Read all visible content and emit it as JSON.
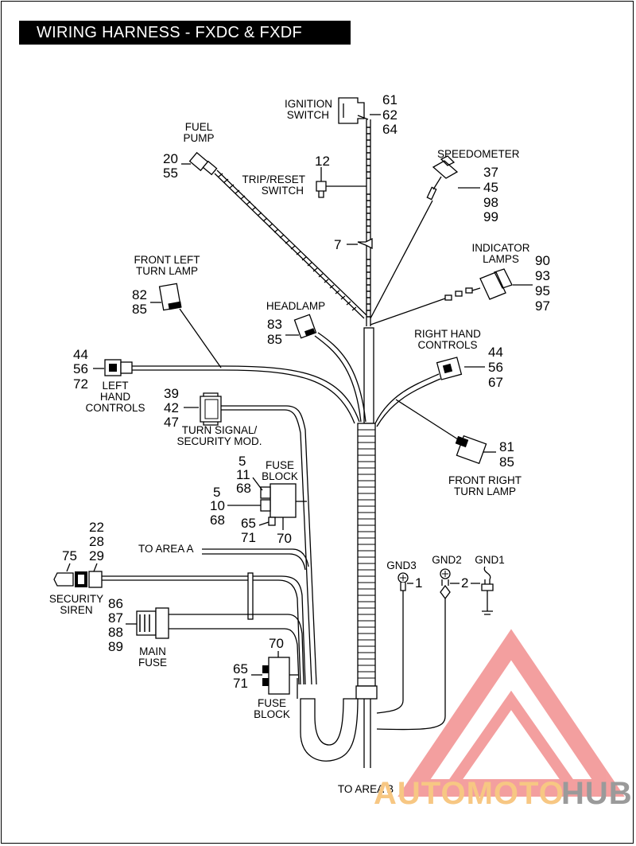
{
  "title": "WIRING HARNESS - FXDC & FXDF",
  "components": {
    "ignition_switch": {
      "label_lines": [
        "IGNITION",
        "SWITCH"
      ],
      "refs": [
        "61",
        "62",
        "64"
      ]
    },
    "fuel_pump": {
      "label_lines": [
        "FUEL",
        "PUMP"
      ],
      "refs": [
        "20",
        "55"
      ]
    },
    "trip_reset_switch": {
      "label_lines": [
        "TRIP/RESET",
        "SWITCH"
      ],
      "refs": [
        "12"
      ]
    },
    "speedometer": {
      "label_lines": [
        "SPEEDOMETER"
      ],
      "refs": [
        "37",
        "45",
        "98",
        "99"
      ]
    },
    "indicator_lamps": {
      "label_lines": [
        "INDICATOR",
        "LAMPS"
      ],
      "refs": [
        "90",
        "93",
        "95",
        "97"
      ]
    },
    "front_left_turn_lamp": {
      "label_lines": [
        "FRONT LEFT",
        "TURN LAMP"
      ],
      "refs": [
        "82",
        "85"
      ]
    },
    "headlamp": {
      "label_lines": [
        "HEADLAMP"
      ],
      "refs": [
        "83",
        "85"
      ]
    },
    "right_hand_controls": {
      "label_lines": [
        "RIGHT HAND",
        "CONTROLS"
      ],
      "refs": [
        "44",
        "56",
        "67"
      ]
    },
    "left_hand_controls": {
      "label_lines": [
        "LEFT",
        "HAND",
        "CONTROLS"
      ],
      "refs": [
        "44",
        "56",
        "72"
      ]
    },
    "turn_signal_module": {
      "label_lines": [
        "TURN SIGNAL/",
        "SECURITY MOD."
      ],
      "refs": [
        "39",
        "42",
        "47"
      ]
    },
    "front_right_turn_lamp": {
      "label_lines": [
        "FRONT RIGHT",
        "TURN LAMP"
      ],
      "refs": [
        "81",
        "85"
      ]
    },
    "fuse_block_upper": {
      "label_lines": [
        "FUSE",
        "BLOCK"
      ],
      "refs_top": [
        "5",
        "11",
        "68"
      ],
      "refs_mid": [
        "5",
        "10",
        "68"
      ],
      "refs_bottom": [
        "65",
        "71"
      ],
      "ref_right": "70"
    },
    "security_siren": {
      "label_lines": [
        "SECURITY",
        "SIREN"
      ],
      "refs_top": [
        "22",
        "28",
        "29"
      ],
      "ref_left": "75"
    },
    "main_fuse": {
      "label_lines": [
        "MAIN",
        "FUSE"
      ],
      "refs": [
        "86",
        "87",
        "88",
        "89"
      ]
    },
    "fuse_block_lower": {
      "label_lines": [
        "FUSE",
        "BLOCK"
      ],
      "ref_top": "70",
      "refs_left": [
        "65",
        "71"
      ]
    },
    "grounds": [
      {
        "label": "GND3",
        "ref": "1"
      },
      {
        "label": "GND2",
        "ref": "2"
      },
      {
        "label": "GND1",
        "ref": ""
      }
    ],
    "ref_7": "7",
    "to_area_a": "TO AREA A",
    "to_area_b": "TO AREA B"
  },
  "watermark": {
    "part1": "AUTOMOTO",
    "part2": "HUB",
    "color_main": "#f7c783",
    "color_hub": "#9a9a9a",
    "logo_color": "#f08080"
  }
}
